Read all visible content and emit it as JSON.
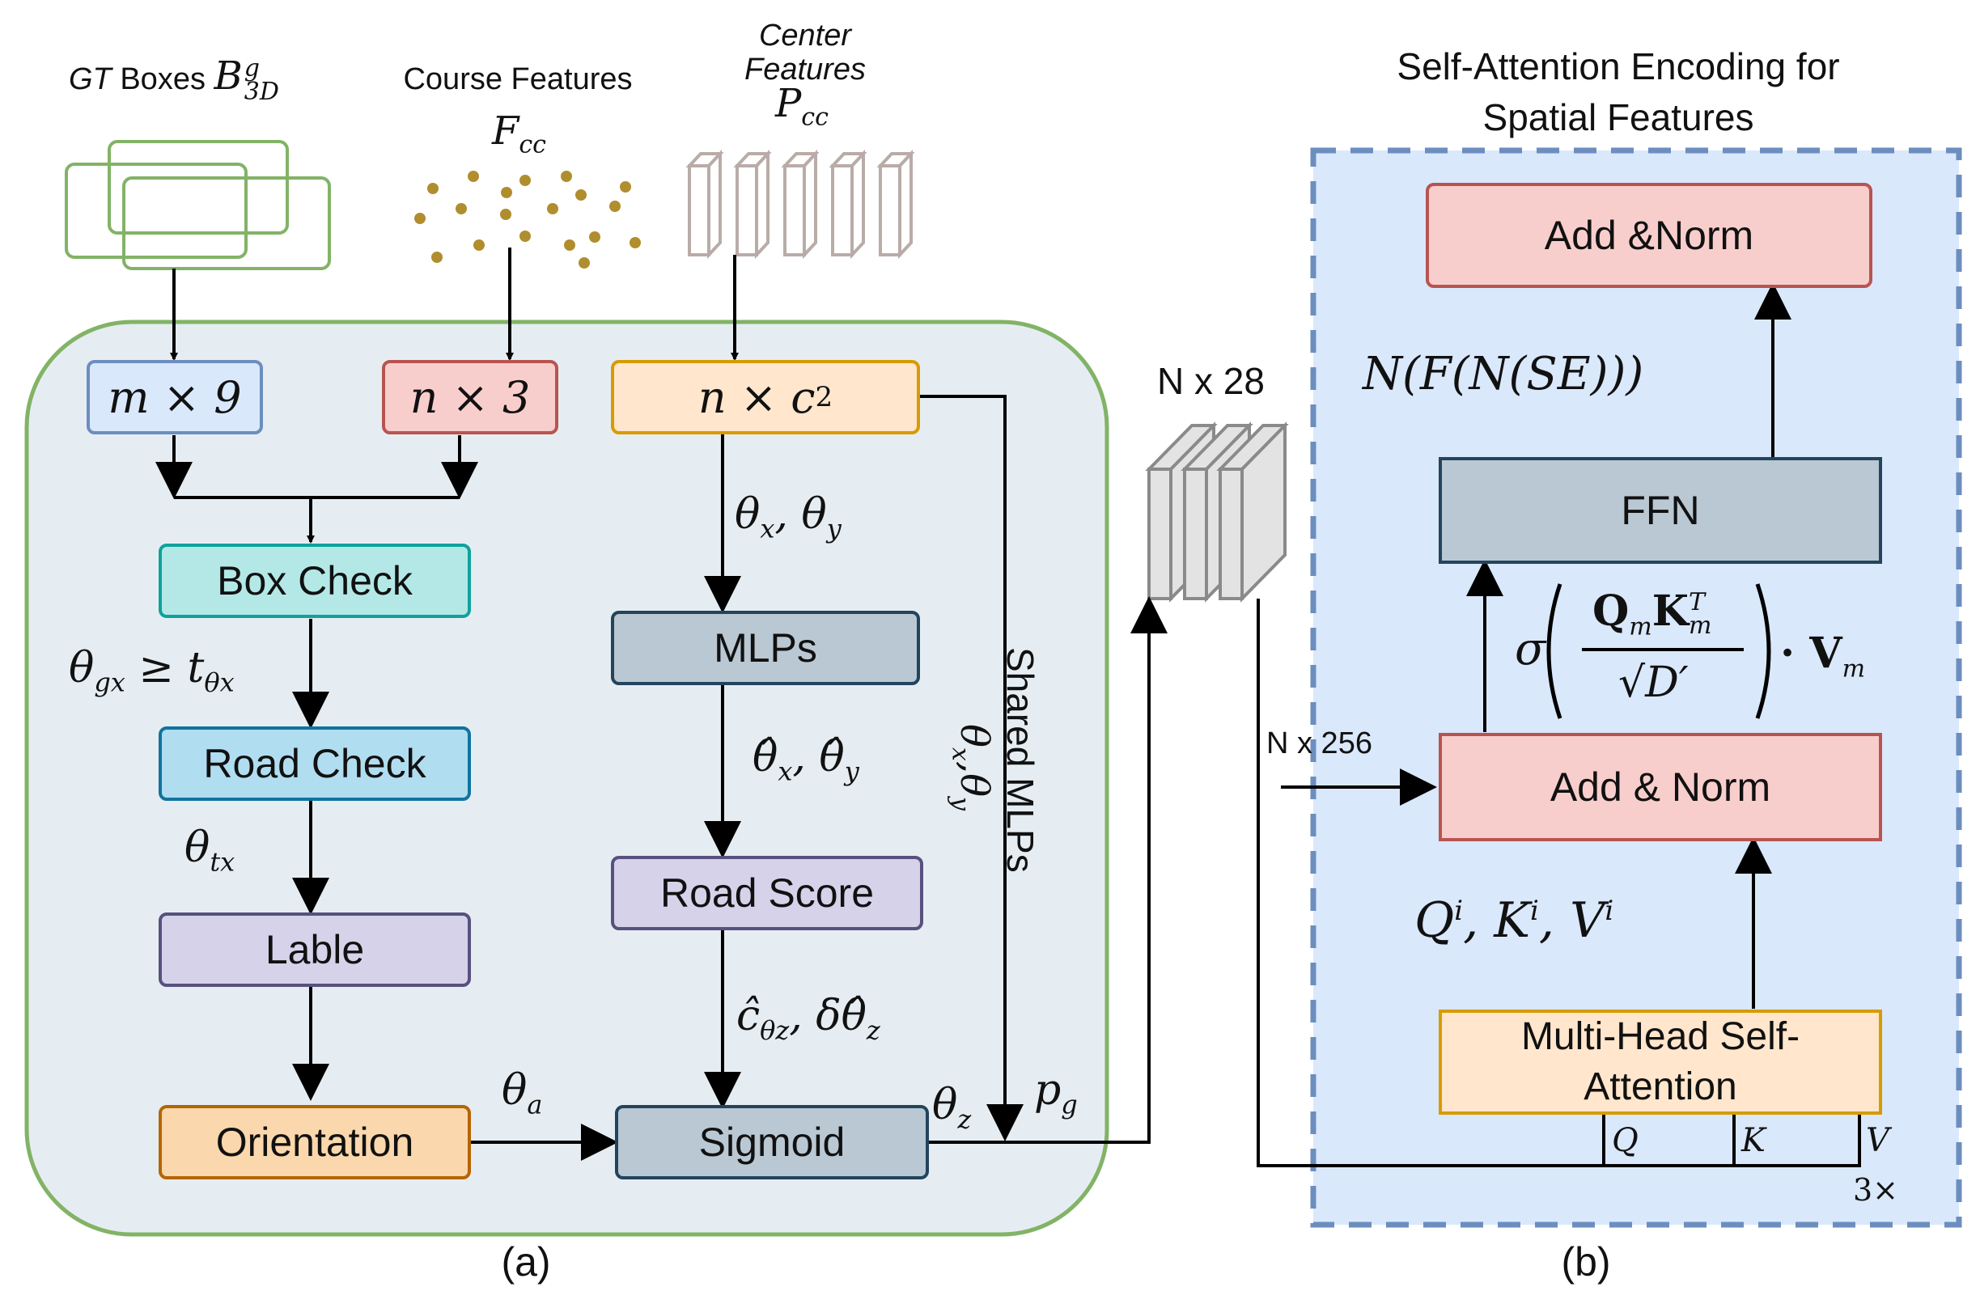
{
  "panel_a": {
    "caption": "(a)",
    "inputs": {
      "gt_boxes_prefix": "GT",
      "gt_boxes_rest": " Boxes ",
      "gt_boxes_symbol": "B",
      "gt_boxes_sup": "g",
      "gt_boxes_sub": "3D",
      "course_title": "Course Features",
      "course_symbol": "F",
      "course_sub": "cc",
      "center_line1": "Center",
      "center_line2": "Features",
      "center_symbol": "P",
      "center_sub": "cc"
    },
    "shapes": {
      "m9": "m × 9",
      "n3": "n × 3",
      "nc2": "n × c",
      "nc2_sub": "2"
    },
    "boxes": {
      "box_check": "Box Check",
      "road_check": "Road Check",
      "lable": "Lable",
      "orientation": "Orientation",
      "mlps": "MLPs",
      "road_score": "Road Score",
      "sigmoid": "Sigmoid"
    },
    "labels": {
      "theta_gx": "θ",
      "theta_gx_sub": "gx",
      "theta_gx_ge": " ≥ t",
      "theta_gx_t_sub": "θx",
      "theta_tx": "θ",
      "theta_tx_sub": "tx",
      "theta_xy": "θ",
      "theta_xy_sub1": "x",
      "theta_xy_mid": ", θ",
      "theta_xy_sub2": "y",
      "theta_hat": "θ̂",
      "theta_hat_sub1": "x",
      "theta_hat_mid": ", θ̂",
      "theta_hat_sub2": "y",
      "c_hat": "ĉ",
      "c_hat_sub": "θz",
      "c_hat_mid": ", δθ̂",
      "c_hat_sub2": "z",
      "theta_a": "θ",
      "theta_a_sub": "a",
      "theta_z": "θ",
      "theta_z_sub": "z",
      "p_g": "p",
      "p_g_sub": "g",
      "shared_mlps": "Shared MLPs",
      "rot_theta": "θ",
      "rot_theta_sub1": "x",
      "rot_theta_mid": ",θ",
      "rot_theta_sub2": "y"
    },
    "output": "N x 28"
  },
  "panel_b": {
    "caption": "(b)",
    "title_line1": "Self-Attention Encoding for",
    "title_line2": "Spatial Features",
    "boxes": {
      "add_norm_top": "Add &Norm",
      "ffn": "FFN",
      "add_norm_mid": "Add & Norm",
      "mhsa_line1": "Multi-Head Self-",
      "mhsa_line2": "Attention"
    },
    "formula_top": "N(F(N(SE)))",
    "attention_sigma": "σ",
    "attention_num": "Q",
    "attention_num_sub": "m",
    "attention_k": "K",
    "attention_k_sup": "T",
    "attention_k_sub": "m",
    "attention_den": "√D′",
    "attention_v": "· V",
    "attention_v_sub": "m",
    "qkv": "Q",
    "qkv_sup": "i",
    "qkv_k": ", K",
    "qkv_k_sup": "i",
    "qkv_v": ", V",
    "qkv_v_sup": "i",
    "input_dim": "N x 256",
    "q": "Q",
    "k": "K",
    "v": "V",
    "repeat": "3×"
  },
  "colors": {
    "blue_fill": "#dae8fc",
    "blue_stroke": "#6c8ebf",
    "red_fill": "#f8cecc",
    "red_stroke": "#b85450",
    "orange_fill": "#ffe6cc",
    "orange_stroke": "#d79b00",
    "teal_fill": "#b3e8e6",
    "teal_stroke": "#10a19c",
    "cyan_fill": "#b1ddf0",
    "cyan_stroke": "#10739e",
    "purple_fill": "#d6d2ea",
    "purple_stroke": "#56517e",
    "orange2_fill": "#fad7ac",
    "orange2_stroke": "#b46504",
    "gray_fill": "#bac8d3",
    "gray_stroke": "#23445d",
    "green_stroke": "#82b366",
    "panel_fill": "#e6edf2",
    "dot_color": "#b08d2e"
  }
}
